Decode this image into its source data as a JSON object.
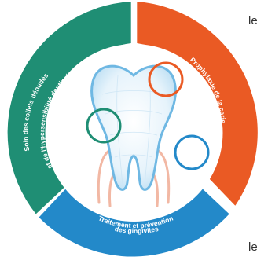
{
  "segments": {
    "left_line1": "Soin des collets dénudés",
    "left_line2": "et de l'hypersensibilité dentinaire",
    "right": "Prophylaxie de la carie",
    "bottom_line1": "Traitement et prévention",
    "bottom_line2": "des gingivites"
  },
  "side_text_top": "le",
  "side_text_bottom": "le",
  "colors": {
    "left": "#1f8e74",
    "right": "#ea5a24",
    "bottom": "#2389c9",
    "gum": "#f2b8a4",
    "tooth_outline": "#6fb8e3"
  }
}
